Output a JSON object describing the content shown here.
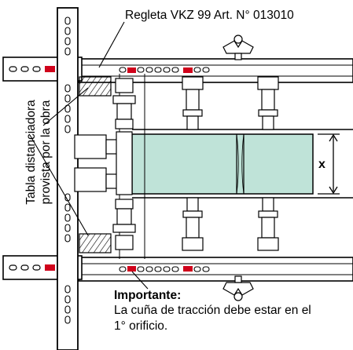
{
  "labels": {
    "rail": "Regleta VKZ 99 Art. N° 013010",
    "board_line1": "Tabla distanciadora",
    "board_line2": "provista por la obra",
    "dimension": "x"
  },
  "note": {
    "title": "Importante:",
    "line1": "La cuña de tracción debe estar en el",
    "line2": "1° orificio."
  },
  "colors": {
    "accent_red": "#d0021b",
    "beam_fill": "#bfe3d8",
    "line": "#000000"
  }
}
